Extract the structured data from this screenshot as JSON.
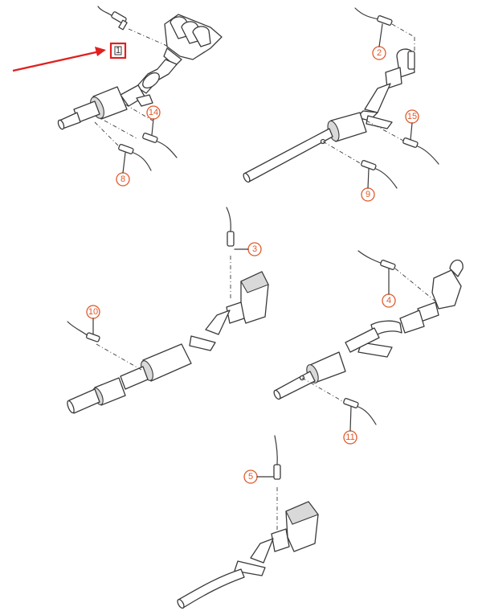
{
  "colors": {
    "callout": "#e05a2b",
    "highlight": "#e02020",
    "line": "#3a3a3a"
  },
  "callouts": {
    "c1": "1",
    "c2": "2",
    "c3": "3",
    "c4": "4",
    "c5": "5",
    "c8": "8",
    "c9": "9",
    "c10": "10",
    "c11": "11",
    "c14": "14",
    "c15": "15"
  },
  "icons": {
    "pointer": "red-arrow-icon",
    "highlight": "highlight-box-icon"
  }
}
